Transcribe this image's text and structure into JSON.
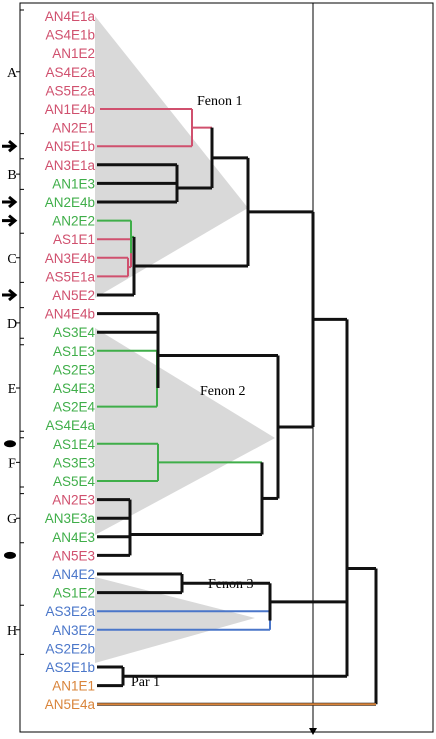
{
  "leaves": [
    {
      "label": "AN4E1a",
      "color": "#d0506e"
    },
    {
      "label": "AS4E1b",
      "color": "#d0506e"
    },
    {
      "label": "AN1E2",
      "color": "#d0506e"
    },
    {
      "label": "AS4E2a",
      "color": "#d0506e"
    },
    {
      "label": "AS5E2a",
      "color": "#d0506e"
    },
    {
      "label": "AN1E4b",
      "color": "#d0506e"
    },
    {
      "label": "AN2E1",
      "color": "#d0506e"
    },
    {
      "label": "AN5E1b",
      "color": "#d0506e"
    },
    {
      "label": "AN3E1a",
      "color": "#d0506e"
    },
    {
      "label": "AN1E3",
      "color": "#3fae49"
    },
    {
      "label": "AN2E4b",
      "color": "#3fae49"
    },
    {
      "label": "AN2E2",
      "color": "#3fae49"
    },
    {
      "label": "AS1E1",
      "color": "#d0506e"
    },
    {
      "label": "AN3E4b",
      "color": "#d0506e"
    },
    {
      "label": "AS5E1a",
      "color": "#d0506e"
    },
    {
      "label": "AN5E2",
      "color": "#d0506e"
    },
    {
      "label": "AN4E4b",
      "color": "#d0506e"
    },
    {
      "label": "AS3E4",
      "color": "#3fae49"
    },
    {
      "label": "AS1E3",
      "color": "#3fae49"
    },
    {
      "label": "AS2E3",
      "color": "#3fae49"
    },
    {
      "label": "AS4E3",
      "color": "#3fae49"
    },
    {
      "label": "AS2E4",
      "color": "#3fae49"
    },
    {
      "label": "AS4E4a",
      "color": "#3fae49"
    },
    {
      "label": "AS1E4",
      "color": "#3fae49"
    },
    {
      "label": "AS3E3",
      "color": "#3fae49"
    },
    {
      "label": "AS5E4",
      "color": "#3fae49"
    },
    {
      "label": "AN2E3",
      "color": "#d0506e"
    },
    {
      "label": "AN3E3a",
      "color": "#3fae49"
    },
    {
      "label": "AN4E3",
      "color": "#3fae49"
    },
    {
      "label": "AN5E3",
      "color": "#d0506e"
    },
    {
      "label": "AN4E2",
      "color": "#4a76c9"
    },
    {
      "label": "AS1E2",
      "color": "#3fae49"
    },
    {
      "label": "AS3E2a",
      "color": "#4a76c9"
    },
    {
      "label": "AN3E2",
      "color": "#4a76c9"
    },
    {
      "label": "AS2E2b",
      "color": "#4a76c9"
    },
    {
      "label": "AS2E1b",
      "color": "#4a76c9"
    },
    {
      "label": "AN1E1",
      "color": "#d9843a"
    },
    {
      "label": "AN5E4a",
      "color": "#d9843a"
    }
  ],
  "groups": [
    {
      "label": "A",
      "from": 0,
      "to": 6
    },
    {
      "label": "B",
      "from": 8,
      "to": 9
    },
    {
      "label": "C",
      "from": 12,
      "to": 14
    },
    {
      "label": "D",
      "from": 16,
      "to": 17
    },
    {
      "label": "E",
      "from": 18,
      "to": 22
    },
    {
      "label": "F",
      "from": 23,
      "to": 25
    },
    {
      "label": "G",
      "from": 26,
      "to": 28
    },
    {
      "label": "H",
      "from": 32,
      "to": 34
    }
  ],
  "arrow_markers": [
    7,
    10,
    11,
    15
  ],
  "dot_markers": [
    23,
    29
  ],
  "annotations": [
    "Fenon 1",
    "Fenon 2",
    "Fenon 3",
    "Par 1"
  ]
}
